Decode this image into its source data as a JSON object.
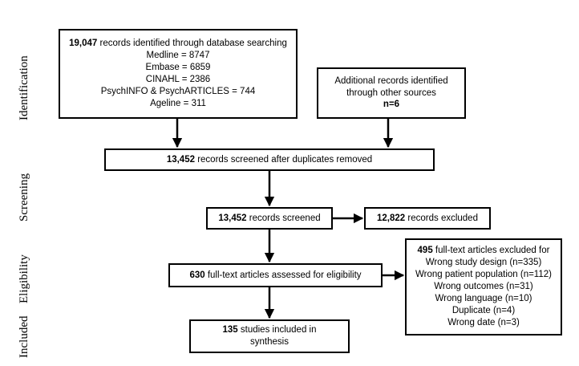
{
  "stages": {
    "identification": "Identification",
    "screening": "Screening",
    "eligibility": "Eligibility",
    "included": "Included"
  },
  "boxes": {
    "identified": {
      "count": "19,047",
      "text": " records identified through database searching",
      "lines": [
        "Medline = 8747",
        "Embase = 6859",
        "CINAHL = 2386",
        "PsychINFO & PsychARTICLES = 744",
        "Ageline = 311"
      ]
    },
    "additional": {
      "line1": "Additional records identified",
      "line2": "through other sources",
      "count": "n=6"
    },
    "deduplicated": {
      "count": "13,452",
      "text": " records screened after duplicates removed"
    },
    "screened": {
      "count": "13,452",
      "text": " records screened"
    },
    "excluded": {
      "count": "12,822",
      "text": " records excluded"
    },
    "assessed": {
      "count": "630",
      "text": " full-text articles assessed for eligibility"
    },
    "fulltext_excluded": {
      "count": "495",
      "text": " full-text articles excluded for",
      "reasons": [
        "Wrong study design (n=335)",
        "Wrong patient population (n=112)",
        "Wrong outcomes (n=31)",
        "Wrong language (n=10)",
        "Duplicate (n=4)",
        "Wrong date (n=3)"
      ]
    },
    "included": {
      "count": "135",
      "text": " studies included in",
      "line2": "synthesis"
    }
  }
}
